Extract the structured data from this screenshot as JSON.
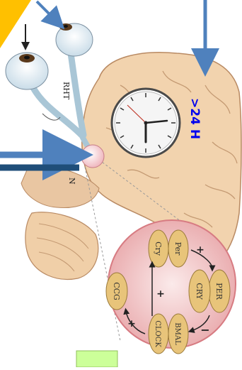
{
  "labels": {
    "rht": "RHT",
    "period": ">24 H",
    "n_letter": "N"
  },
  "cycle": {
    "per_small": "Per",
    "cry_small": "Cry",
    "per_big": "PER",
    "cry_big": "CRY",
    "bmal": "BMAL",
    "clock": "CLOCK",
    "ccg": "CCG",
    "plus1": "+",
    "plus2": "+",
    "plus3": "+",
    "minus": "−"
  },
  "colors": {
    "arrow_blue": "#4f81bd",
    "arrow_dark": "#1f4e79",
    "period_text": "#0000ee",
    "highlight_yellow": "#ffc000",
    "green_box": "#ccff99",
    "brain": "#f2d3ae",
    "oval": "#e8c47a"
  }
}
